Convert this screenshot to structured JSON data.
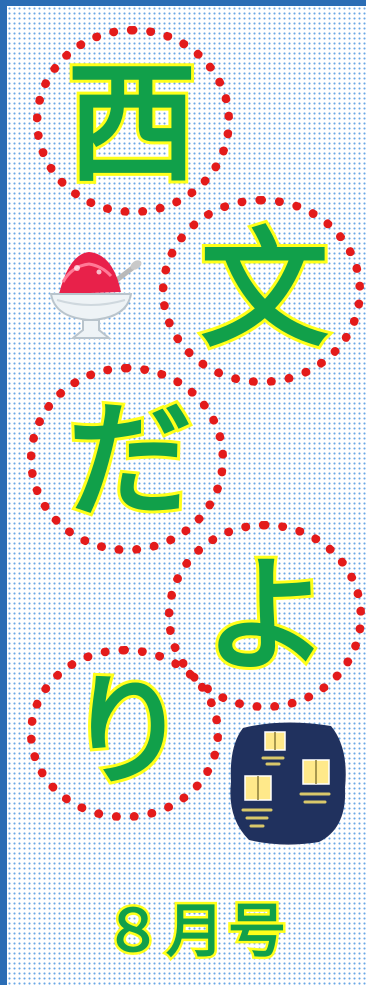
{
  "title_chars": [
    "西",
    "文",
    "だ",
    "よ",
    "り"
  ],
  "issue_label": "８月号",
  "icons": {
    "shaved_ice": "shaved-ice-illustration",
    "night_house": "lit-windows-house-illustration"
  },
  "colors": {
    "text_fill": "#11a04a",
    "text_outline": "#ffff1a",
    "bubble_dots": "#e31b1b",
    "pattern_dots": "#6aa7e6",
    "border": "#2b6db5"
  }
}
